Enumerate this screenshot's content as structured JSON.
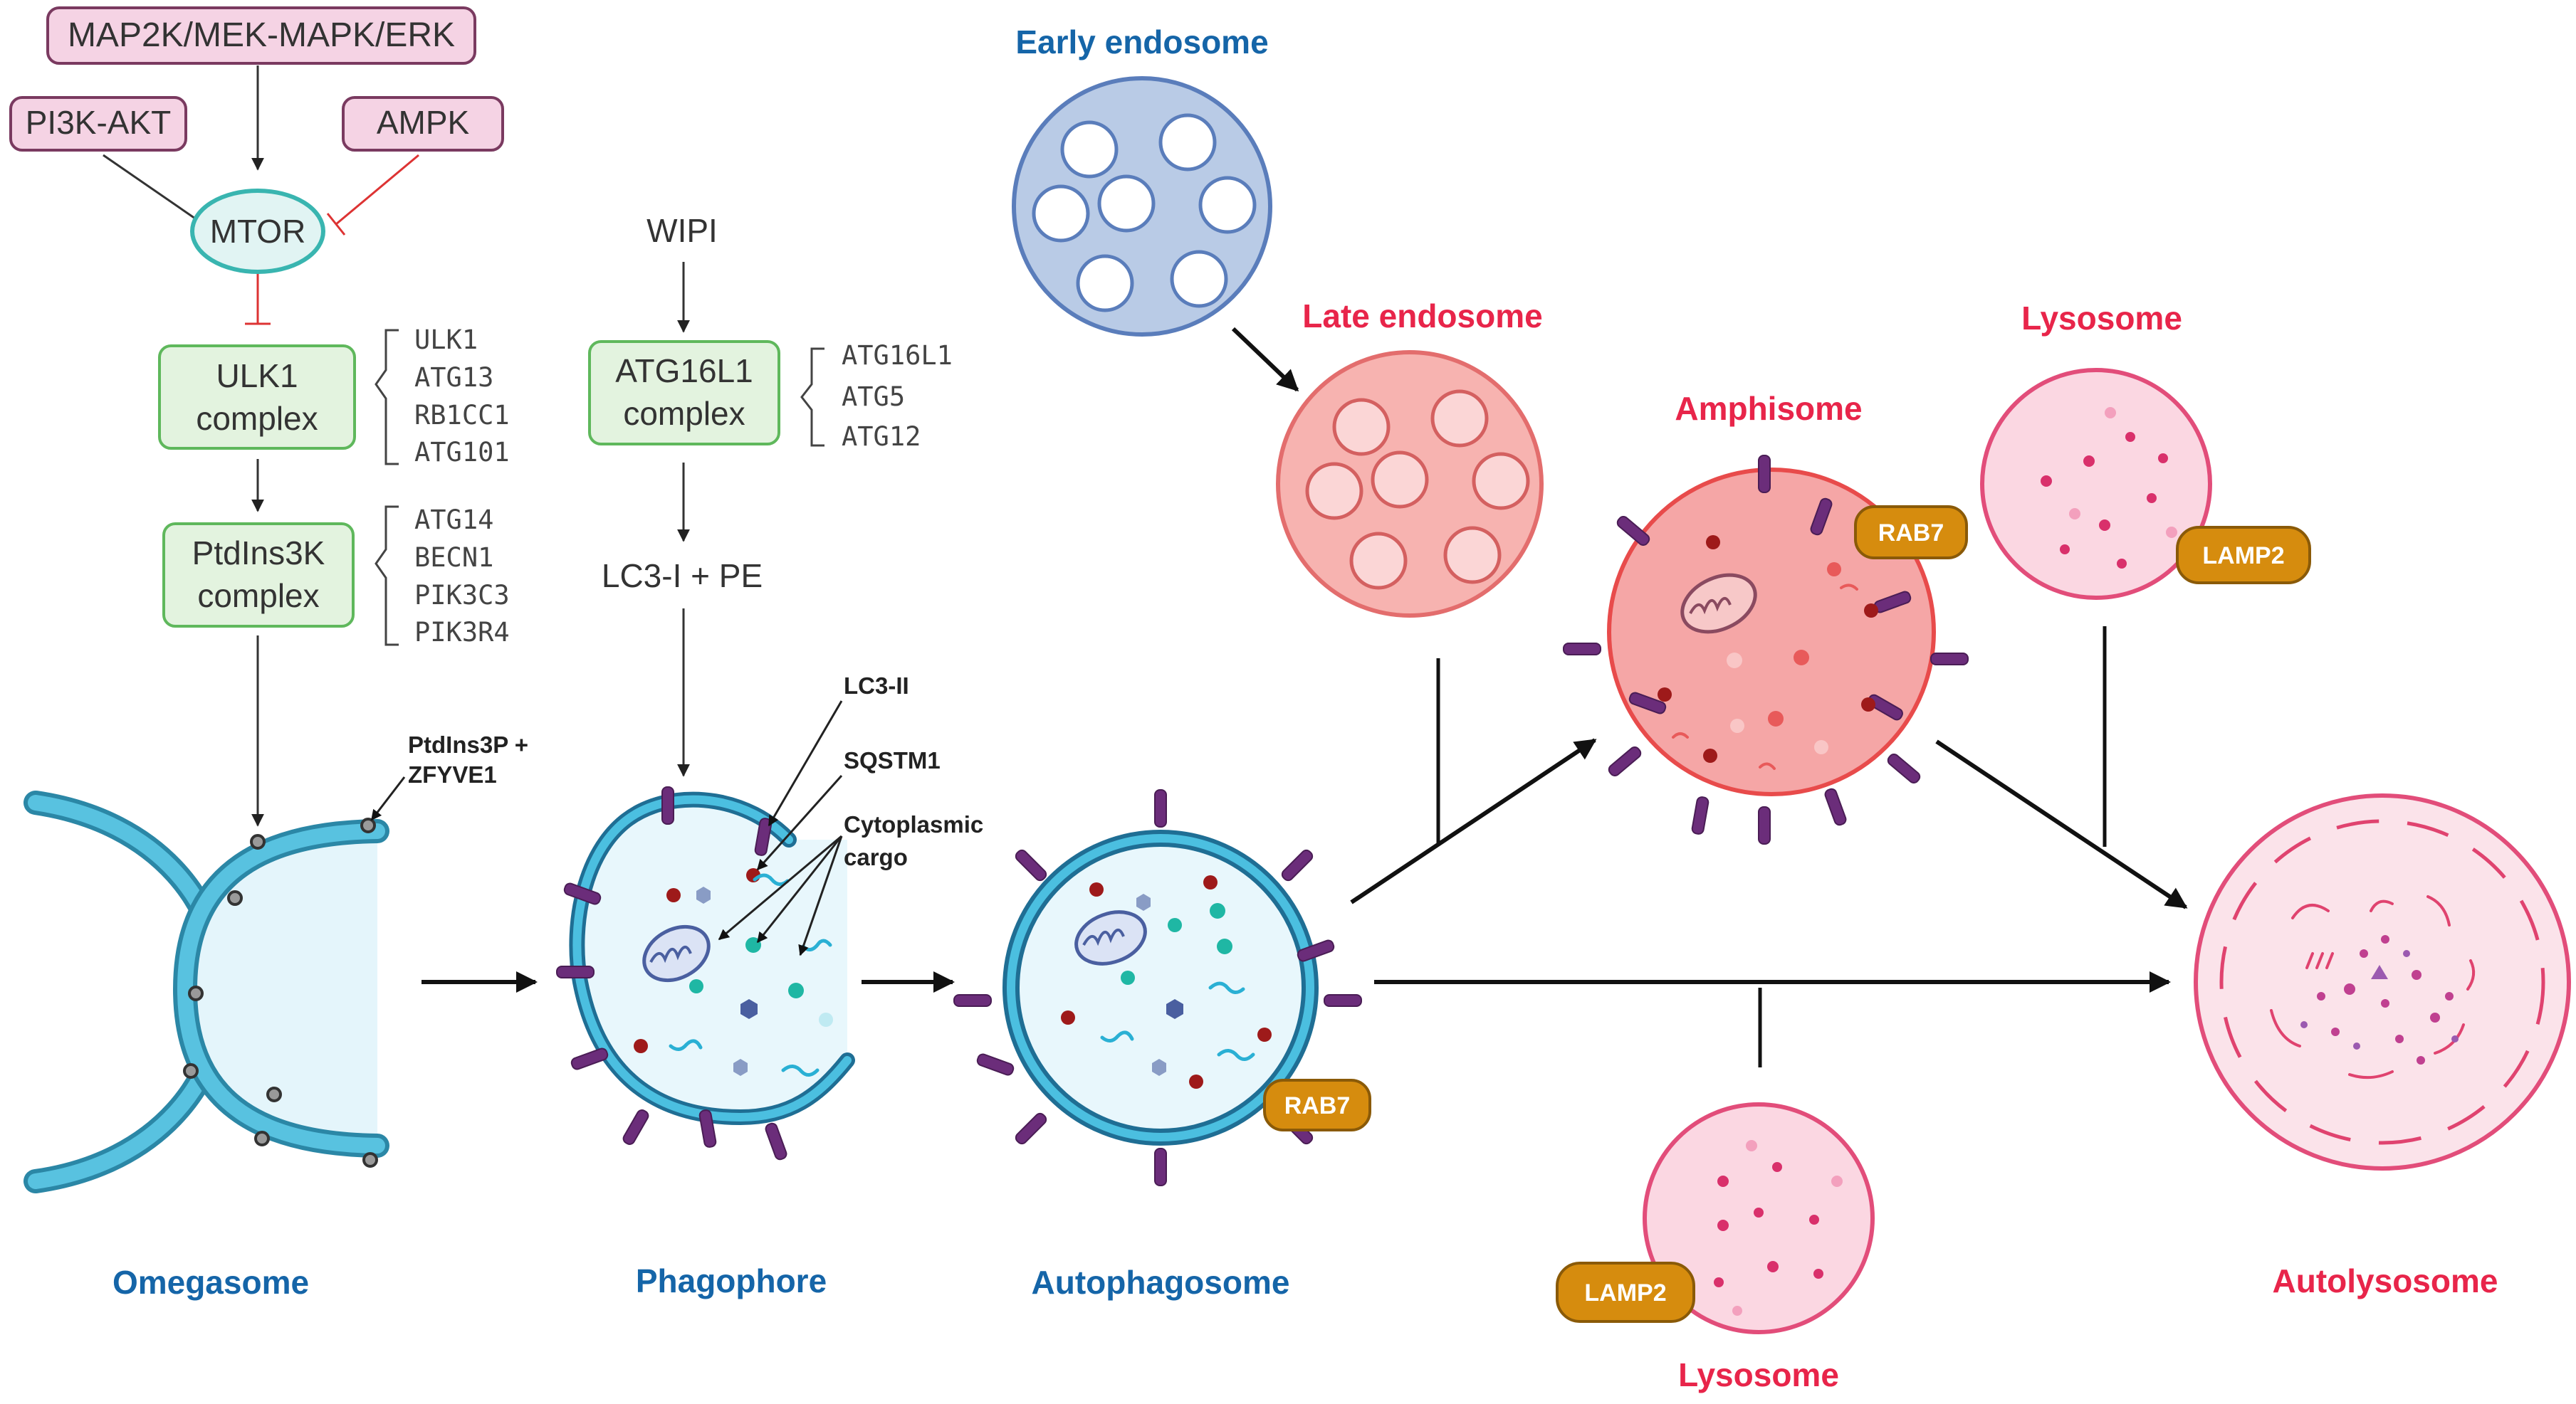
{
  "colors": {
    "blue_title": "#1565a8",
    "red_title": "#e8254a",
    "membrane_blue": "#2f9fc4",
    "cargo_teal": "#1fb7a4",
    "receptor_purple": "#6b2d7a",
    "marker_red": "#9e1a1a",
    "rab_orange": "#d68c0e",
    "green_box": "#5fb85c",
    "pink_box": "#f5d3e4",
    "mtor_teal": "#39b5b0"
  },
  "signaling": {
    "map2k": "MAP2K/MEK-MAPK/ERK",
    "pi3k": "PI3K-AKT",
    "ampk": "AMPK",
    "mtor": "MTOR",
    "ulk1_line1": "ULK1",
    "ulk1_line2": "complex",
    "ulk1_members": [
      "ULK1",
      "ATG13",
      "RB1CC1",
      "ATG101"
    ],
    "ptdins_line1": "PtdIns3K",
    "ptdins_line2": "complex",
    "ptdins_members": [
      "ATG14",
      "BECN1",
      "PIK3C3",
      "PIK3R4"
    ],
    "wipi": "WIPI",
    "atg16_line1": "ATG16L1",
    "atg16_line2": "complex",
    "atg16_members": [
      "ATG16L1",
      "ATG5",
      "ATG12"
    ],
    "lc3": "LC3-I + PE"
  },
  "annotations": {
    "ptdins3p_line1": "PtdIns3P +",
    "ptdins3p_line2": "ZFYVE1",
    "lc3ii": "LC3-II",
    "sqstm1": "SQSTM1",
    "cargo_line1": "Cytoplasmic",
    "cargo_line2": "cargo"
  },
  "stages": {
    "omegasome": "Omegasome",
    "phagophore": "Phagophore",
    "autophagosome": "Autophagosome",
    "autolysosome": "Autolysosome",
    "early_endosome": "Early endosome",
    "late_endosome": "Late endosome",
    "amphisome": "Amphisome",
    "lysosome_top": "Lysosome",
    "lysosome_bottom": "Lysosome"
  },
  "badges": {
    "rab7_amphisome": "RAB7",
    "rab7_autophagosome": "RAB7",
    "lamp2_top": "LAMP2",
    "lamp2_bottom": "LAMP2"
  }
}
